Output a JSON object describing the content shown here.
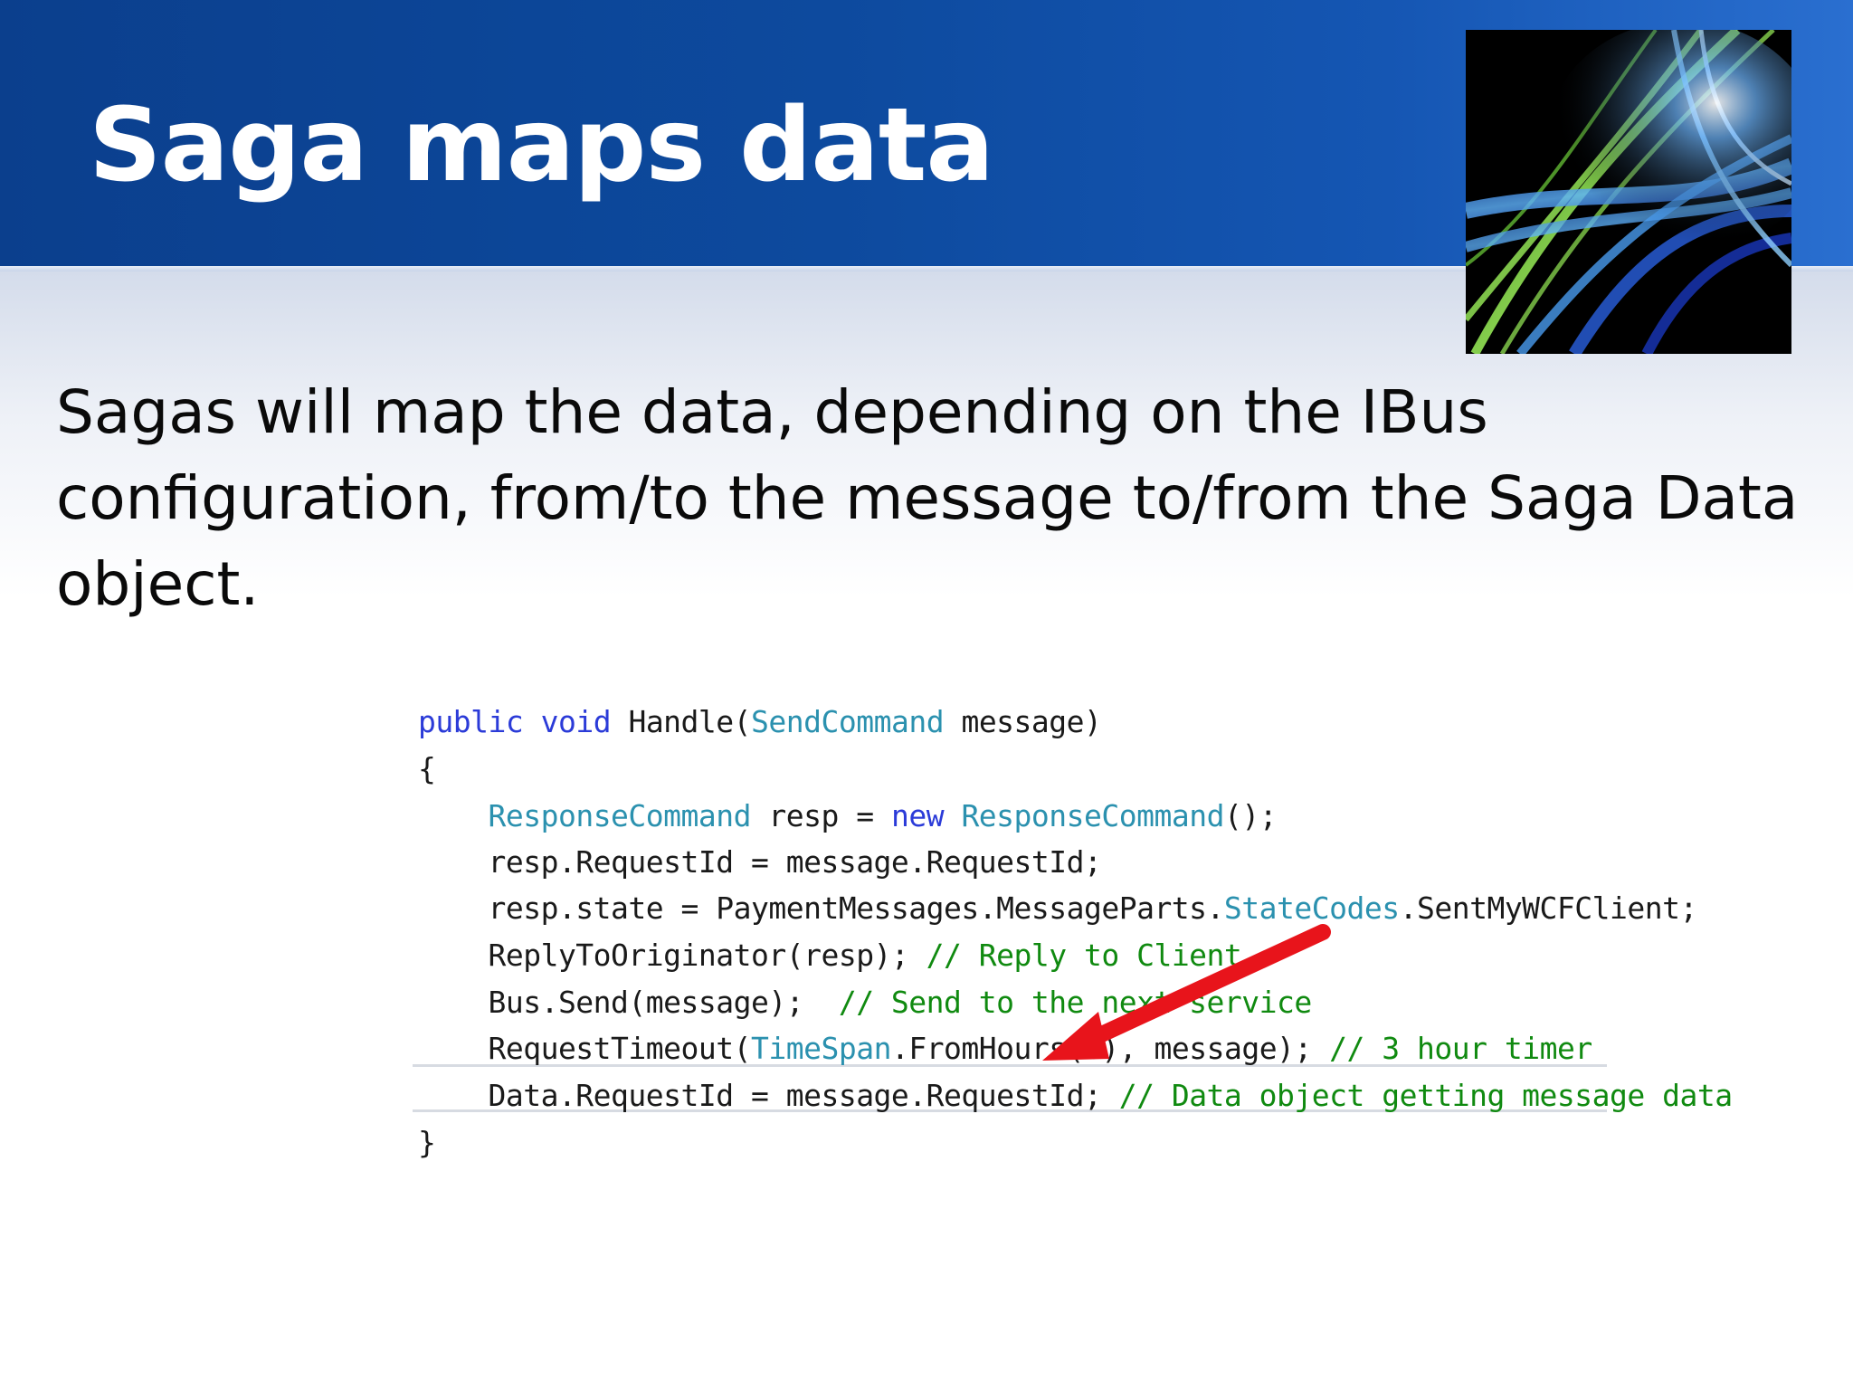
{
  "slide": {
    "title": "Saga maps data",
    "body": "Sagas will map the data, depending on the IBus configuration, from/to the message to/from the Saga Data object."
  },
  "code": {
    "lines": [
      [
        {
          "t": "public",
          "c": "kw"
        },
        {
          "t": " "
        },
        {
          "t": "void",
          "c": "kw"
        },
        {
          "t": " Handle("
        },
        {
          "t": "SendCommand",
          "c": "ty"
        },
        {
          "t": " message)"
        }
      ],
      [
        {
          "t": "{"
        }
      ],
      [
        {
          "t": "    "
        },
        {
          "t": "ResponseCommand",
          "c": "ty"
        },
        {
          "t": " resp = "
        },
        {
          "t": "new",
          "c": "kw"
        },
        {
          "t": " "
        },
        {
          "t": "ResponseCommand",
          "c": "ty"
        },
        {
          "t": "();"
        }
      ],
      [
        {
          "t": "    resp.RequestId = message.RequestId;"
        }
      ],
      [
        {
          "t": "    resp.state = PaymentMessages.MessageParts."
        },
        {
          "t": "StateCodes",
          "c": "ty"
        },
        {
          "t": ".SentMyWCFClient;"
        }
      ],
      [
        {
          "t": "    ReplyToOriginator(resp); "
        },
        {
          "t": "// Reply to Client",
          "c": "cm"
        }
      ],
      [
        {
          "t": "    Bus.Send(message);  "
        },
        {
          "t": "// Send to the next servi",
          "c": "cm"
        },
        {
          "t": "ce",
          "c": "cm"
        }
      ],
      [
        {
          "t": "    RequestTimeout("
        },
        {
          "t": "TimeSpan",
          "c": "ty"
        },
        {
          "t": ".FromHours(3), "
        },
        {
          "t": "me"
        },
        {
          "t": "ssage); "
        },
        {
          "t": "// 3 hour timer",
          "c": "cm"
        }
      ],
      [
        {
          "t": "    Data.RequestId = message.RequestId; "
        },
        {
          "t": "// Data object getting message data",
          "c": "cm"
        }
      ],
      [
        {
          "t": "}"
        }
      ]
    ]
  },
  "colors": {
    "header_blue": "#0d4a9e",
    "keyword": "#2b3bd8",
    "type": "#2b91af",
    "comment": "#108a10",
    "arrow_red": "#e8141b"
  },
  "icons": {
    "thumbnail": "abstract-light-streaks-image",
    "annotation": "red-arrow-icon"
  }
}
